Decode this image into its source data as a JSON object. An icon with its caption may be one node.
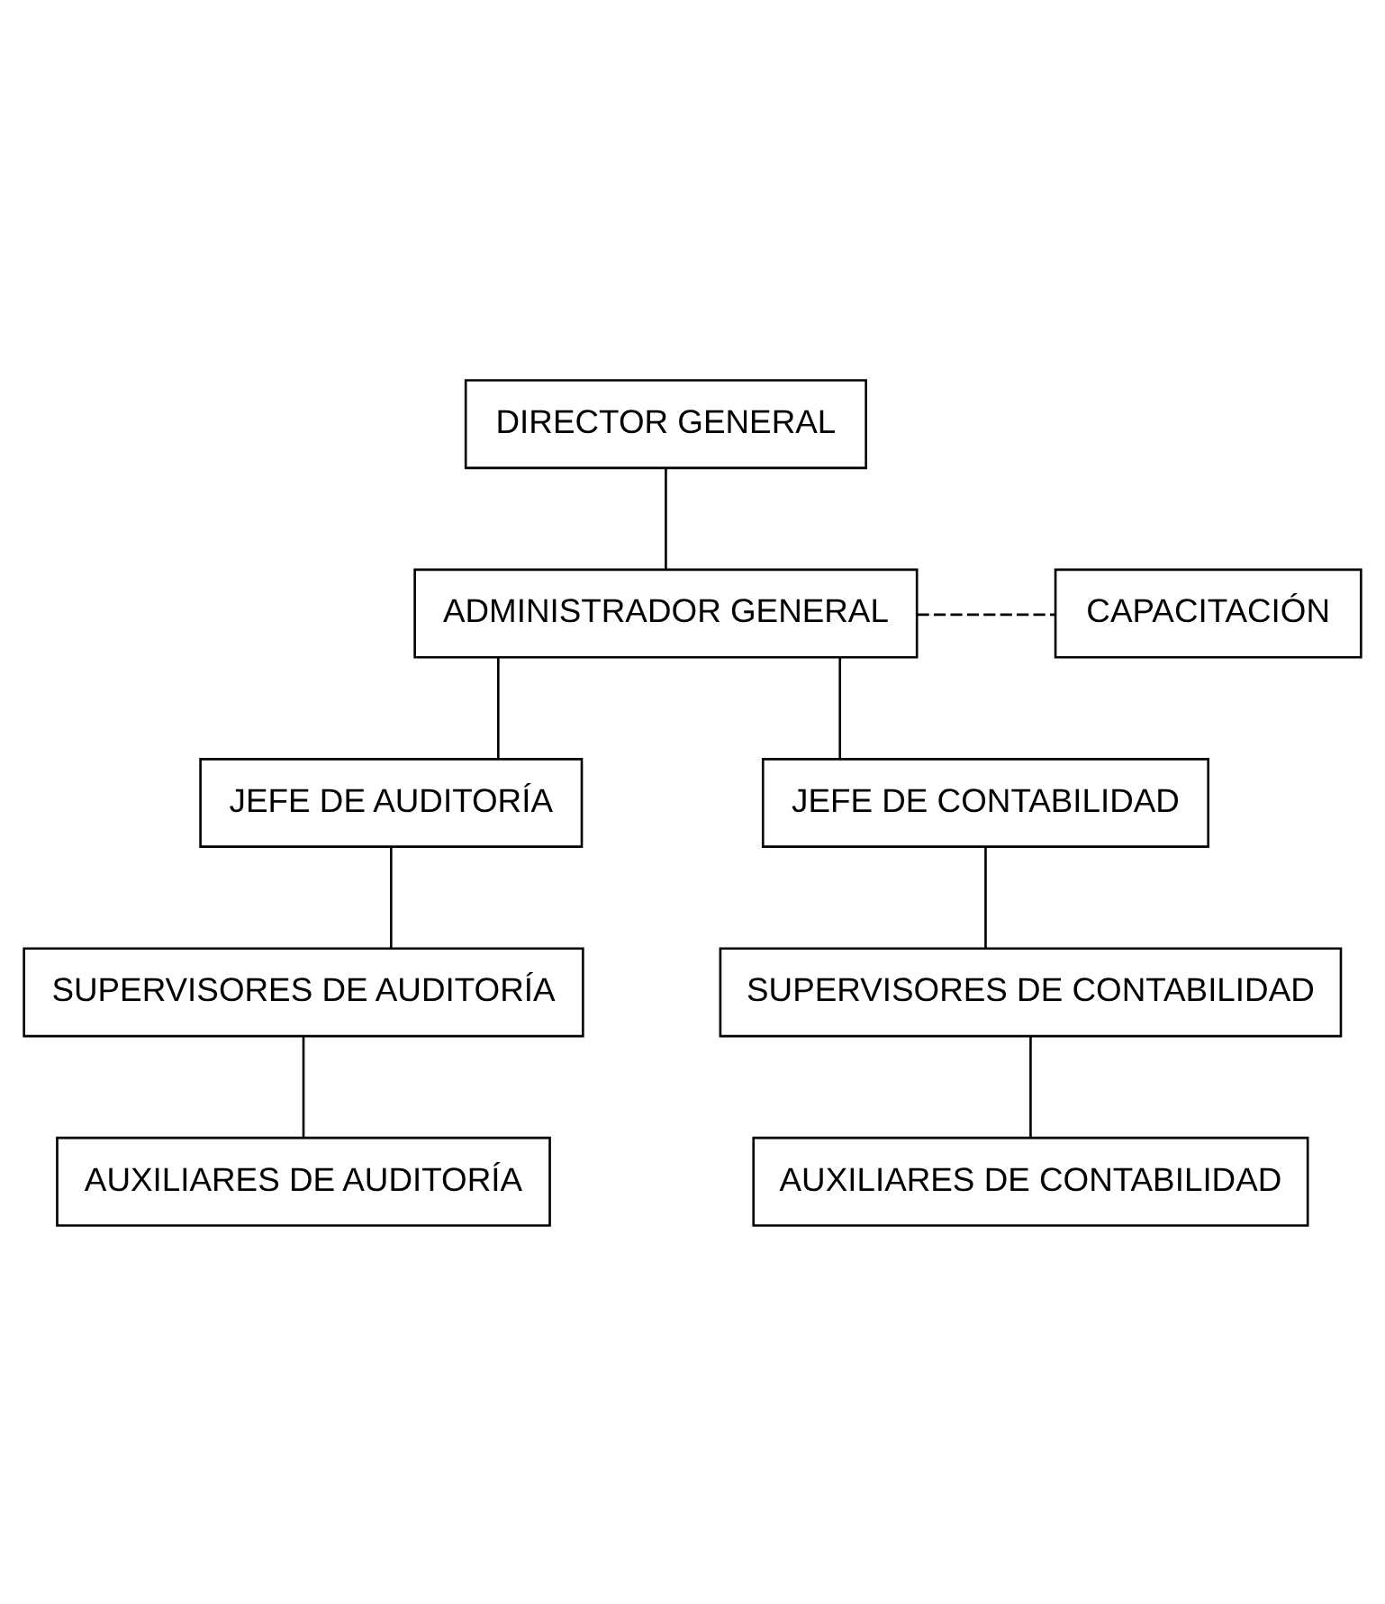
{
  "diagram": {
    "nodes": [
      {
        "text": [
          "DIRECTOR GENERAL"
        ]
      },
      {
        "text": [
          "ADMINISTRADOR GENERAL"
        ]
      },
      {
        "text": [
          "CAPACITACIÓN"
        ]
      },
      {
        "text": [
          "JEFE DE AUDITORÍA"
        ]
      },
      {
        "text": [
          "JEFE DE CONTABILIDAD"
        ]
      },
      {
        "text": [
          "SUPERVISORES DE AUDITORÍA"
        ]
      },
      {
        "text": [
          "SUPERVISORES DE CONTABILIDAD"
        ]
      },
      {
        "text": [
          "AUXILIARES DE AUDITORÍA"
        ]
      },
      {
        "text": [
          "AUXILIARES DE CONTABILIDAD"
        ]
      }
    ],
    "edges": [
      {
        "from": 0,
        "to": 1,
        "arrow": "none"
      },
      {
        "from": 1,
        "to": 2,
        "arrow": "none",
        "style": "dashed"
      },
      {
        "from": 1,
        "to": 3,
        "arrow": "none"
      },
      {
        "from": 1,
        "to": 4,
        "arrow": "none"
      },
      {
        "from": 3,
        "to": 5,
        "arrow": "none"
      },
      {
        "from": 5,
        "to": 7,
        "arrow": "none"
      },
      {
        "from": 4,
        "to": 6,
        "arrow": "none"
      },
      {
        "from": 6,
        "to": 8,
        "arrow": "none"
      }
    ]
  }
}
